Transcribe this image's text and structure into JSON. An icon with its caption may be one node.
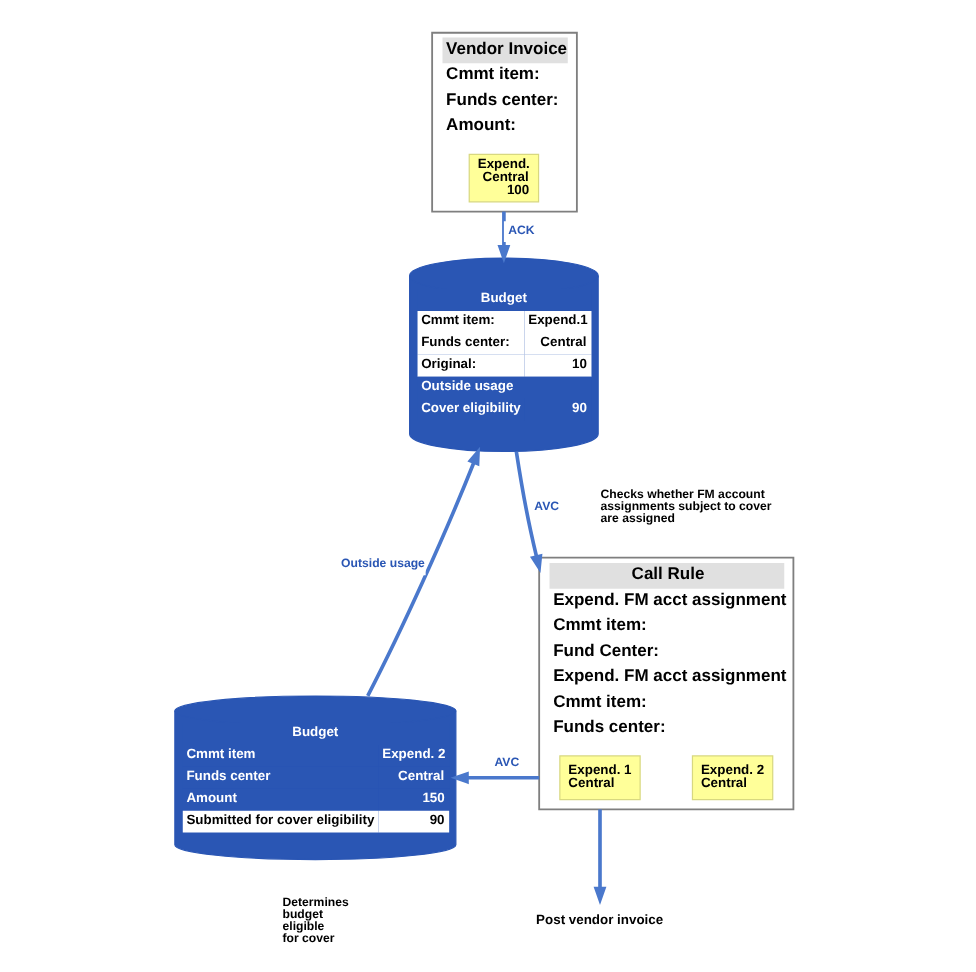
{
  "diagram": {
    "nodes": [
      {
        "text": [
          "Vendor Invoice",
          "Cmmt item:",
          "Funds center:",
          "Amount:"
        ]
      },
      {
        "text": [
          "Expend.",
          "Central",
          "100"
        ],
        "in": 0
      },
      {
        "text": [
          "Budget",
          "Cmmt item:",
          "Expend.1",
          "Funds center:",
          "Central",
          "Original:",
          "10",
          "Outside usage",
          "Cover eligibility",
          "90"
        ]
      },
      {
        "text": [
          "Call Rule",
          "Expend. FM acct assignment",
          "Cmmt item:",
          "Fund Center:",
          "Expend. FM acct assignment",
          "Cmmt item:",
          "Funds center:"
        ]
      },
      {
        "text": [
          "Expend. 1",
          "Central"
        ],
        "in": 3
      },
      {
        "text": [
          "Expend. 2",
          "Central"
        ],
        "in": 3
      },
      {
        "text": [
          "Budget",
          "Cmmt item",
          "Expend. 2",
          "Funds center",
          "Central",
          "Amount",
          "150",
          "Submitted for cover eligibility",
          "90"
        ]
      },
      {
        "text": [
          "Post vendor invoice"
        ]
      }
    ],
    "edges": [
      {
        "from": 0,
        "to": 2,
        "arrow": "to",
        "label": "ACK"
      },
      {
        "from": 2,
        "to": 3,
        "arrow": "to",
        "label": "AVC"
      },
      {
        "from": 3,
        "to": 6,
        "arrow": "to",
        "label": "AVC"
      },
      {
        "from": 6,
        "to": 2,
        "arrow": "to",
        "label": "Outside usage"
      },
      {
        "from": 3,
        "to": 7,
        "arrow": "to"
      }
    ],
    "labels": [
      "Checks whether FM account assignments subject to cover are assigned",
      "Determines budget eligible for cover"
    ]
  }
}
